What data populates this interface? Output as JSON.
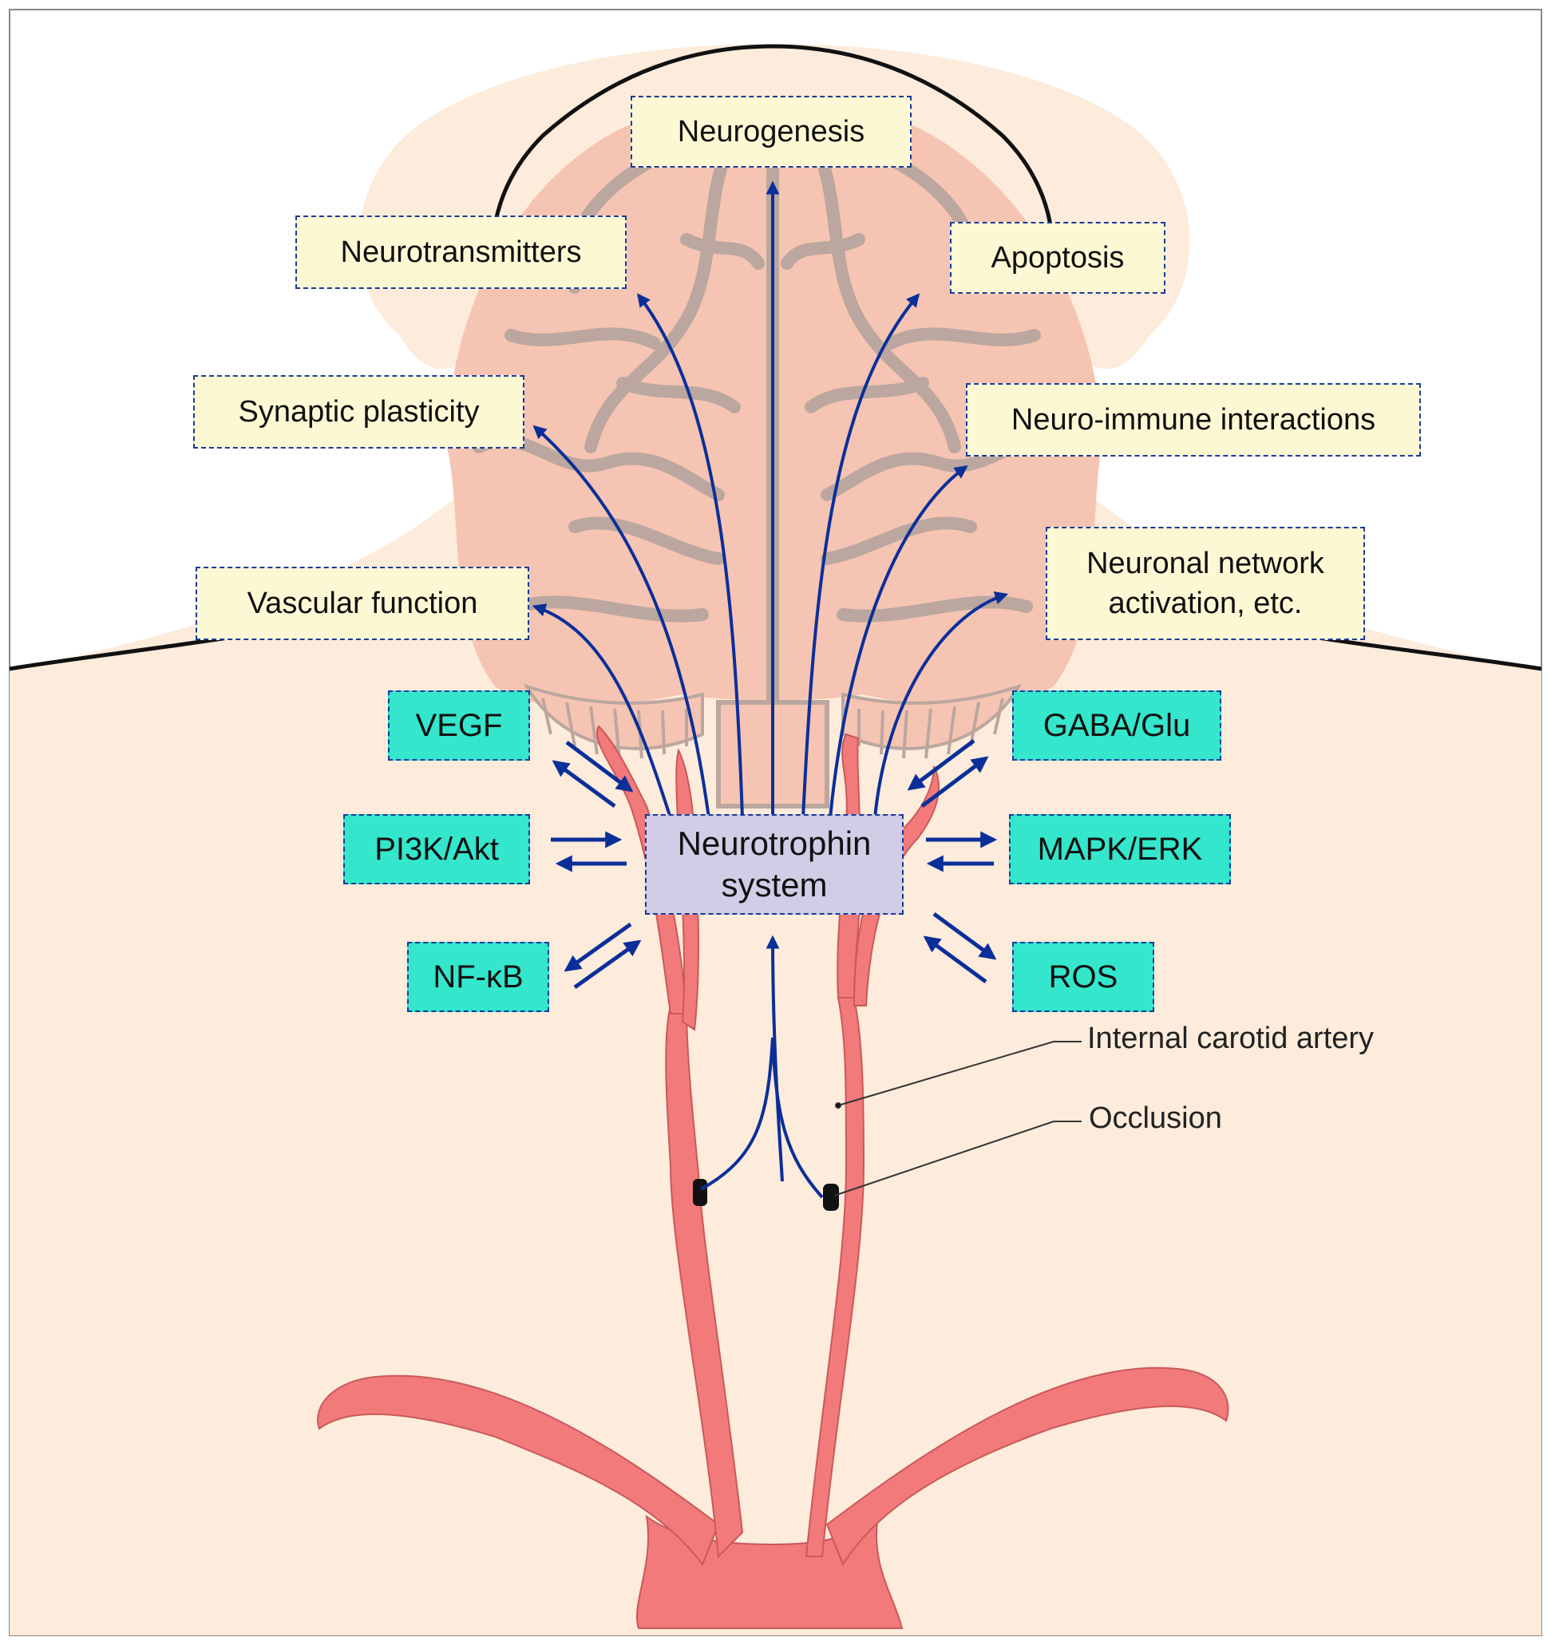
{
  "outcomes": {
    "neurogenesis": "Neurogenesis",
    "neurotransmitters": "Neurotransmitters",
    "apoptosis": "Apoptosis",
    "synaptic": "Synaptic plasticity",
    "neuroimmune": "Neuro-immune interactions",
    "vascular": "Vascular function",
    "network_line1": "Neuronal network",
    "network_line2": "activation, etc."
  },
  "pathways": {
    "vegf": "VEGF",
    "pi3k": "PI3K/Akt",
    "nfkb": "NF-κB",
    "gaba": "GABA/Glu",
    "mapk": "MAPK/ERK",
    "ros": "ROS"
  },
  "center": {
    "line1": "Neurotrophin",
    "line2": "system"
  },
  "callouts": {
    "carotid": "Internal carotid artery",
    "occlusion": "Occlusion"
  },
  "colors": {
    "skin": "#fdebdb",
    "brain": "#f6c4b2",
    "sulci": "#bba79f",
    "artery": "#f27a7a",
    "arrow": "#0b2f99",
    "outcome_fill": "#fdf8d4",
    "pathway_fill": "#33e6cc",
    "center_fill": "#d2cce6"
  }
}
